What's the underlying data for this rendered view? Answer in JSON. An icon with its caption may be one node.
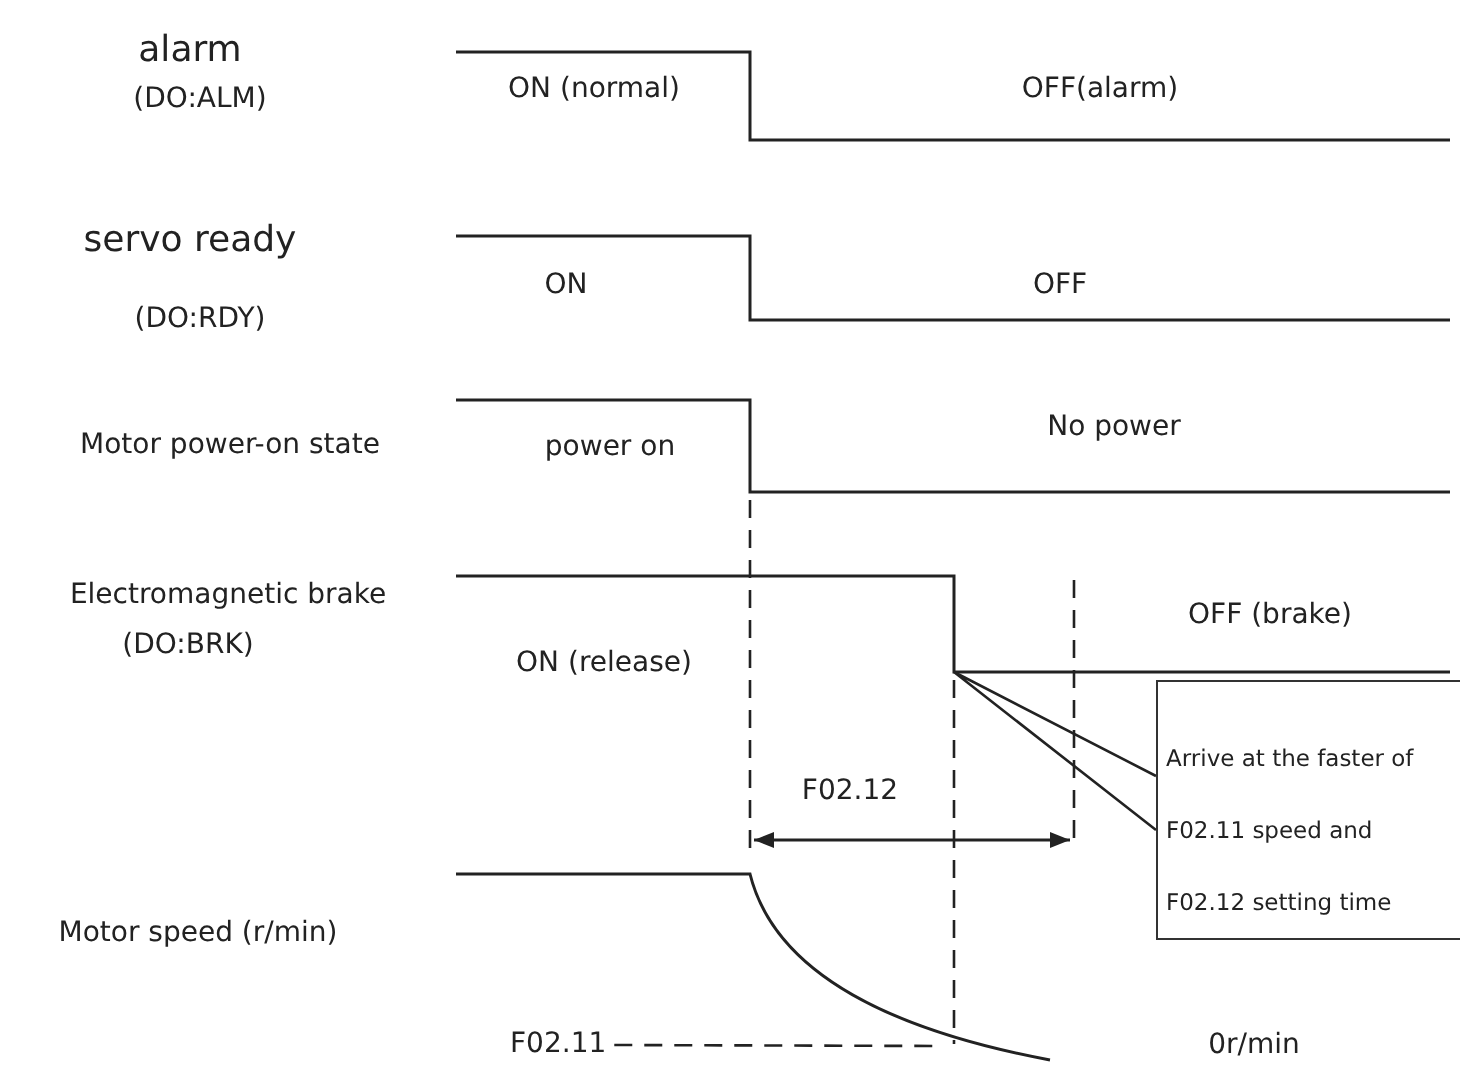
{
  "diagram": {
    "nodes": [
      {
        "text": [
          "Arrive at the faster of F02.11 speed and F02.12 setting time"
        ]
      },
      {
        "text": [
          "F02.11"
        ]
      }
    ],
    "edges": [
      {
        "from": 0,
        "to": null,
        "arrow": "none"
      },
      {
        "from": 1,
        "to": null,
        "arrow": "none",
        "style": "dashed"
      }
    ],
    "labels": [
      "alarm",
      "(DO:ALM)",
      "ON (normal)",
      "OFF(alarm)",
      "servo ready",
      "(DO:RDY)",
      "ON",
      "OFF",
      "Motor power-on state",
      "power on",
      "No power",
      "Electromagnetic brake",
      "(DO:BRK)",
      "OFF (brake)",
      "ON (release)",
      "F02.12",
      "Motor speed (r/min)",
      "0r/min"
    ]
  }
}
